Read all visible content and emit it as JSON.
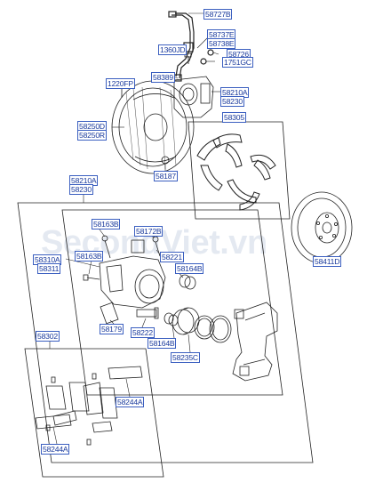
{
  "watermark": "SecondViet.vn",
  "labels": {
    "l58727B": "58727B",
    "l58737E": "58737E",
    "l58738E": "58738E",
    "l1360JD": "1360JD",
    "l58726": "58726",
    "l1751GC": "1751GC",
    "l58389": "58389",
    "l1220FP": "1220FP",
    "l58210A_top": "58210A",
    "l58230_top": "58230",
    "l58305": "58305",
    "l58250D": "58250D",
    "l58250R": "58250R",
    "l58187": "58187",
    "l58210A_mid": "58210A",
    "l58230_mid": "58230",
    "l58163B_a": "58163B",
    "l58172B": "58172B",
    "l58310A": "58310A",
    "l58311": "58311",
    "l58163B_b": "58163B",
    "l58221": "58221",
    "l58164B_a": "58164B",
    "l58179": "58179",
    "l58222": "58222",
    "l58164B_b": "58164B",
    "l58235C": "58235C",
    "l58302": "58302",
    "l58244A_a": "58244A",
    "l58244A_b": "58244A",
    "l58411D": "58411D"
  }
}
